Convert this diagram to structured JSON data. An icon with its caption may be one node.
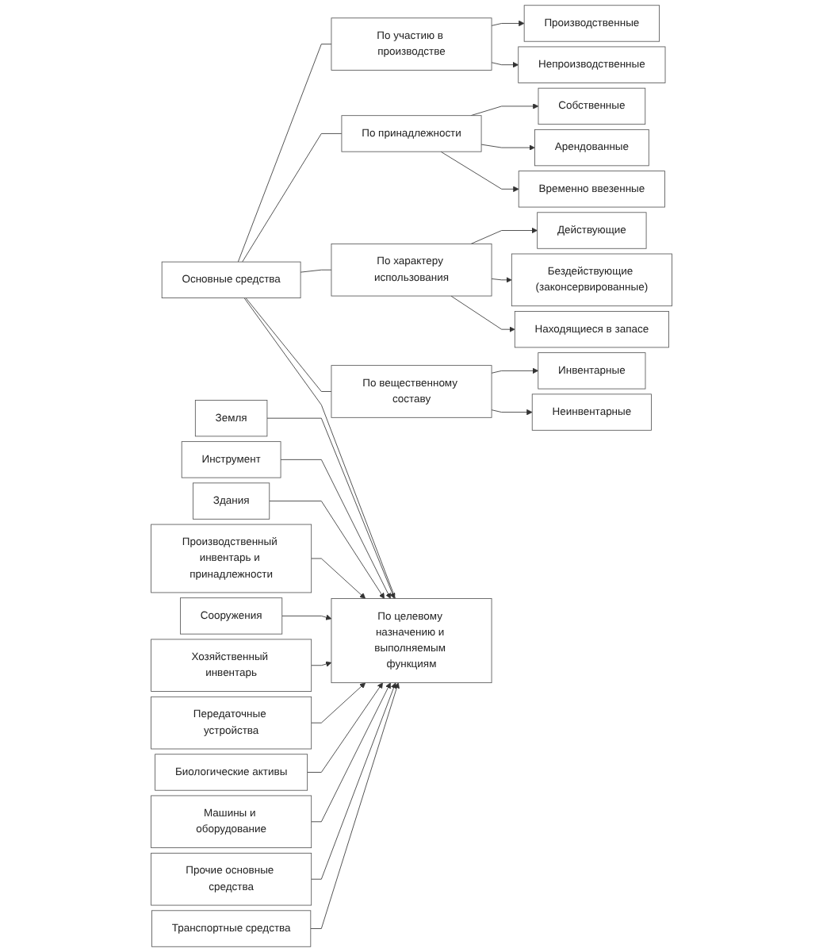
{
  "diagram": {
    "nodes": [
      {
        "text": [
          "Основные средства"
        ]
      },
      {
        "text": [
          "По участию в производстве"
        ]
      },
      {
        "text": [
          "Производственные"
        ]
      },
      {
        "text": [
          "Непроизводственные"
        ]
      },
      {
        "text": [
          "По принадлежности"
        ]
      },
      {
        "text": [
          "Собственные"
        ]
      },
      {
        "text": [
          "Арендованные"
        ]
      },
      {
        "text": [
          "Временно ввезенные"
        ]
      },
      {
        "text": [
          "По характеру использования"
        ]
      },
      {
        "text": [
          "Действующие"
        ]
      },
      {
        "text": [
          "Бездействующие (законсервированные)"
        ]
      },
      {
        "text": [
          "Находящиеся в запасе"
        ]
      },
      {
        "text": [
          "По вещественному составу"
        ]
      },
      {
        "text": [
          "Инвентарные"
        ]
      },
      {
        "text": [
          "Неинвентарные"
        ]
      },
      {
        "text": [
          "По целевому назначению и выполняемым функциям"
        ]
      },
      {
        "text": [
          "Земля"
        ]
      },
      {
        "text": [
          "Инструмент"
        ]
      },
      {
        "text": [
          "Здания"
        ]
      },
      {
        "text": [
          "Производственный инвентарь и принадлежности"
        ]
      },
      {
        "text": [
          "Сооружения"
        ]
      },
      {
        "text": [
          "Хозяйственный инвентарь"
        ]
      },
      {
        "text": [
          "Передаточные устройства"
        ]
      },
      {
        "text": [
          "Биологические активы"
        ]
      },
      {
        "text": [
          "Машины и оборудование"
        ]
      },
      {
        "text": [
          "Прочие основные средства"
        ]
      },
      {
        "text": [
          "Транспортные средства"
        ]
      }
    ],
    "edges": [
      {
        "from": 0,
        "to": 1,
        "arrow": "none"
      },
      {
        "from": 0,
        "to": 4,
        "arrow": "none"
      },
      {
        "from": 0,
        "to": 8,
        "arrow": "none"
      },
      {
        "from": 0,
        "to": 12,
        "arrow": "none"
      },
      {
        "from": 0,
        "to": 15,
        "arrow": "none"
      },
      {
        "from": 1,
        "to": 2,
        "arrow": "to"
      },
      {
        "from": 1,
        "to": 3,
        "arrow": "to"
      },
      {
        "from": 4,
        "to": 5,
        "arrow": "to"
      },
      {
        "from": 4,
        "to": 6,
        "arrow": "to"
      },
      {
        "from": 4,
        "to": 7,
        "arrow": "to"
      },
      {
        "from": 8,
        "to": 9,
        "arrow": "to"
      },
      {
        "from": 8,
        "to": 10,
        "arrow": "to"
      },
      {
        "from": 8,
        "to": 11,
        "arrow": "to"
      },
      {
        "from": 12,
        "to": 13,
        "arrow": "to"
      },
      {
        "from": 12,
        "to": 14,
        "arrow": "to"
      },
      {
        "from": 16,
        "to": 15,
        "arrow": "to"
      },
      {
        "from": 17,
        "to": 15,
        "arrow": "to"
      },
      {
        "from": 18,
        "to": 15,
        "arrow": "to"
      },
      {
        "from": 19,
        "to": 15,
        "arrow": "to"
      },
      {
        "from": 20,
        "to": 15,
        "arrow": "to"
      },
      {
        "from": 21,
        "to": 15,
        "arrow": "to"
      },
      {
        "from": 22,
        "to": 15,
        "arrow": "to"
      },
      {
        "from": 23,
        "to": 15,
        "arrow": "to"
      },
      {
        "from": 24,
        "to": 15,
        "arrow": "to"
      },
      {
        "from": 25,
        "to": 15,
        "arrow": "to"
      },
      {
        "from": 26,
        "to": 15,
        "arrow": "to"
      }
    ]
  }
}
